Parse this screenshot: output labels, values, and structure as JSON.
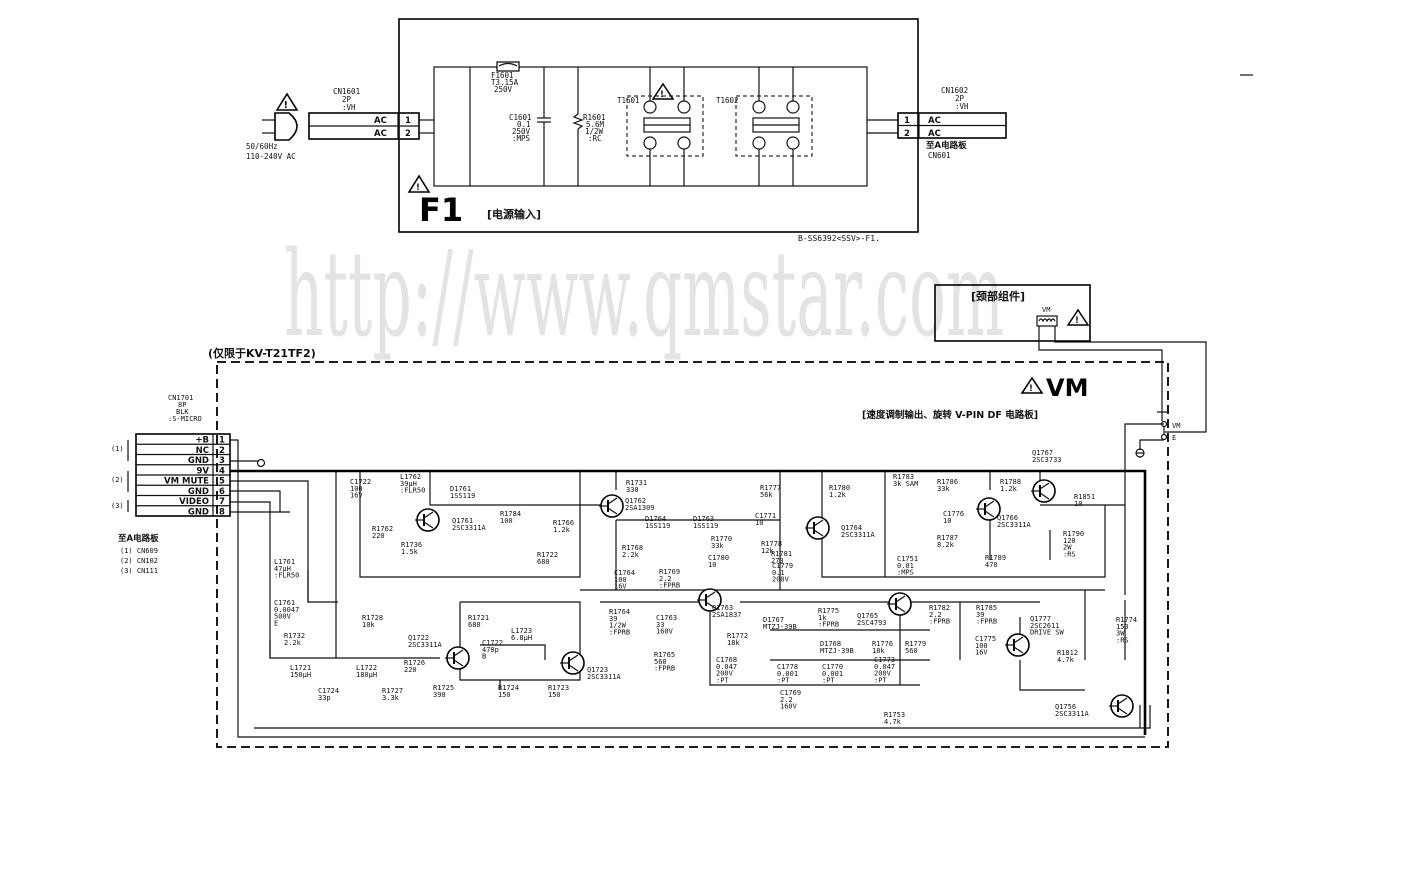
{
  "watermark": "http://www.qmstar.com",
  "f1": {
    "title": "F1",
    "subtitle": "[电源输入]",
    "part_code": "B-SS6392<SSV>-F1.",
    "cn1601": {
      "name": "CN1601",
      "pins": "2P",
      "type": ":VH",
      "pin1": "AC",
      "pin2": "AC",
      "n1": "1",
      "n2": "2"
    },
    "input_freq": "50/60Hz",
    "input_volt": "110-240V AC",
    "f1601": {
      "name": "F1601",
      "rating": "T3.15A",
      "volt": "250V"
    },
    "c1601": {
      "name": "C1601",
      "val": "0.1",
      "volt": "250V",
      "type": ":MPS"
    },
    "r1601": {
      "name": "R1601",
      "val": "5.6M",
      "power": "1/2W",
      "type": ":RC"
    },
    "t1601": "T1601",
    "t1602": "T1602",
    "cn1602": {
      "name": "CN1602",
      "pins": "2P",
      "type": ":VH",
      "pin1": "AC",
      "pin2": "AC",
      "n1": "1",
      "n2": "2",
      "dest": "至A电路板",
      "dest_cn": "CN601"
    }
  },
  "neck": {
    "title": "[颈部组件]",
    "coil": "VM"
  },
  "vm": {
    "scope": "(仅限于KV-T21TF2)",
    "title": "VM",
    "subtitle": "[速度调制输出、旋转 V-PIN DF 电路板]",
    "vm_pin": "VM",
    "e_pin": "E"
  },
  "cn1701": {
    "name": "CN1701",
    "pins": "8P",
    "color": "BLK",
    "type": ":S-MICRO",
    "rows": [
      {
        "label": "+B",
        "pin": "1"
      },
      {
        "label": "NC",
        "pin": "2"
      },
      {
        "label": "GND",
        "pin": "3"
      },
      {
        "label": "9V",
        "pin": "4"
      },
      {
        "label": "VM MUTE",
        "pin": "5"
      },
      {
        "label": "GND",
        "pin": "6"
      },
      {
        "label": "VIDEO",
        "pin": "7"
      },
      {
        "label": "GND",
        "pin": "8"
      }
    ],
    "markers": [
      "(1)",
      "(2)",
      "(3)"
    ],
    "dest_title": "至A电路板",
    "dests": [
      "(1) CN609",
      "(2) CN102",
      "(3) CN111"
    ]
  },
  "components": [
    {
      "id": "c1722",
      "l1": "C1722",
      "l2": "100",
      "l3": "16V"
    },
    {
      "id": "l1762",
      "l1": "L1762",
      "l2": "39μH",
      "l3": ":FLR50"
    },
    {
      "id": "d1761",
      "l1": "D1761",
      "l2": "1SS119"
    },
    {
      "id": "r1784",
      "l1": "R1784",
      "l2": "100"
    },
    {
      "id": "q1761",
      "l1": "Q1761",
      "l2": "2SC3311A"
    },
    {
      "id": "r1762",
      "l1": "R1762",
      "l2": "220"
    },
    {
      "id": "r1736",
      "l1": "R1736",
      "l2": "1.5k"
    },
    {
      "id": "r1766",
      "l1": "R1766",
      "l2": "1.2k"
    },
    {
      "id": "r1722",
      "l1": "R1722",
      "l2": "680"
    },
    {
      "id": "r1731",
      "l1": "R1731",
      "l2": "330"
    },
    {
      "id": "q1762",
      "l1": "Q1762",
      "l2": "2SA1309"
    },
    {
      "id": "d1764",
      "l1": "D1764",
      "l2": "1SS119"
    },
    {
      "id": "d1763",
      "l1": "D1763",
      "l2": "1SS119"
    },
    {
      "id": "r1768",
      "l1": "R1768",
      "l2": "2.2k"
    },
    {
      "id": "r1770",
      "l1": "R1770",
      "l2": "33k"
    },
    {
      "id": "c1771",
      "l1": "C1771",
      "l2": "10"
    },
    {
      "id": "c1780",
      "l1": "C1780",
      "l2": "10"
    },
    {
      "id": "r1777",
      "l1": "R1777",
      "l2": "56k"
    },
    {
      "id": "r1778",
      "l1": "R1778",
      "l2": "12k"
    },
    {
      "id": "r1781",
      "l1": "R1781",
      "l2": "270"
    },
    {
      "id": "r1780",
      "l1": "R1780",
      "l2": "1.2k"
    },
    {
      "id": "q1764",
      "l1": "Q1764",
      "l2": "2SC3311A"
    },
    {
      "id": "r1783",
      "l1": "R1783",
      "l2": "3k SAM"
    },
    {
      "id": "r1786",
      "l1": "R1786",
      "l2": "33k"
    },
    {
      "id": "c1776",
      "l1": "C1776",
      "l2": "10"
    },
    {
      "id": "r1787",
      "l1": "R1787",
      "l2": "8.2k"
    },
    {
      "id": "c1751",
      "l1": "C1751",
      "l2": "0.01",
      "l3": ":MPS"
    },
    {
      "id": "r1788",
      "l1": "R1788",
      "l2": "1.2k"
    },
    {
      "id": "q1767",
      "l1": "Q1767",
      "l2": "2SC3733"
    },
    {
      "id": "q1766",
      "l1": "Q1766",
      "l2": "2SC3311A"
    },
    {
      "id": "r1789",
      "l1": "R1789",
      "l2": "470"
    },
    {
      "id": "r1851",
      "l1": "R1851",
      "l2": "10"
    },
    {
      "id": "r1790",
      "l1": "R1790",
      "l2": "120",
      "l3": "2W",
      "l4": ":RS"
    },
    {
      "id": "l1761",
      "l1": "L1761",
      "l2": "47μH",
      "l3": ":FLR50"
    },
    {
      "id": "c1761",
      "l1": "C1761",
      "l2": "0.0047",
      "l3": "500V",
      "l4": "E"
    },
    {
      "id": "r1728",
      "l1": "R1728",
      "l2": "10k"
    },
    {
      "id": "r1721",
      "l1": "R1721",
      "l2": "680"
    },
    {
      "id": "l1723",
      "l1": "L1723",
      "l2": "6.8μH"
    },
    {
      "id": "c1722b",
      "l1": "C1722",
      "l2": "470p",
      "l3": "B"
    },
    {
      "id": "q1722",
      "l1": "Q1722",
      "l2": "2SC3311A"
    },
    {
      "id": "r1732",
      "l1": "R1732",
      "l2": "2.2k"
    },
    {
      "id": "l1721",
      "l1": "L1721",
      "l2": "150μH"
    },
    {
      "id": "l1722",
      "l1": "L1722",
      "l2": "180μH"
    },
    {
      "id": "r1726",
      "l1": "R1726",
      "l2": "220"
    },
    {
      "id": "c1724",
      "l1": "C1724",
      "l2": "33p"
    },
    {
      "id": "r1727",
      "l1": "R1727",
      "l2": "3.3k"
    },
    {
      "id": "r1725",
      "l1": "R1725",
      "l2": "390"
    },
    {
      "id": "r1724",
      "l1": "R1724",
      "l2": "150"
    },
    {
      "id": "r1723",
      "l1": "R1723",
      "l2": "150"
    },
    {
      "id": "q1723",
      "l1": "Q1723",
      "l2": "2SC3311A"
    },
    {
      "id": "c1764",
      "l1": "C1764",
      "l2": "100",
      "l3": "16V"
    },
    {
      "id": "r1764",
      "l1": "R1764",
      "l2": "39",
      "l3": "1/2W",
      "l4": ":FPRB"
    },
    {
      "id": "r1769",
      "l1": "R1769",
      "l2": "2.2",
      "l3": ":FPRB"
    },
    {
      "id": "c1763",
      "l1": "C1763",
      "l2": "33",
      "l3": "160V"
    },
    {
      "id": "r1765",
      "l1": "R1765",
      "l2": "560",
      "l3": ":FPRB"
    },
    {
      "id": "q1763",
      "l1": "Q1763",
      "l2": "2SA1837"
    },
    {
      "id": "c1779",
      "l1": "C1779",
      "l2": "0.1",
      "l3": "200V"
    },
    {
      "id": "r1775",
      "l1": "R1775",
      "l2": "1k",
      "l3": ":FPRB"
    },
    {
      "id": "q1765",
      "l1": "Q1765",
      "l2": "2SC4793"
    },
    {
      "id": "r1782",
      "l1": "R1782",
      "l2": "2.2",
      "l3": ":FPRB"
    },
    {
      "id": "r1785",
      "l1": "R1785",
      "l2": "39",
      "l3": ":FPRB"
    },
    {
      "id": "d1767",
      "l1": "D1767",
      "l2": "MTZJ-39B"
    },
    {
      "id": "d1768",
      "l1": "D1768",
      "l2": "MTZJ-39B"
    },
    {
      "id": "r1772",
      "l1": "R1772",
      "l2": "18k"
    },
    {
      "id": "r1776",
      "l1": "R1776",
      "l2": "18k"
    },
    {
      "id": "r1779",
      "l1": "R1779",
      "l2": "560"
    },
    {
      "id": "c1775",
      "l1": "C1775",
      "l2": "100",
      "l3": "16V"
    },
    {
      "id": "q1777",
      "l1": "Q1777",
      "l2": "2SC2611",
      "l3": "DRIVE SW"
    },
    {
      "id": "r1812",
      "l1": "R1812",
      "l2": "4.7k"
    },
    {
      "id": "r1774",
      "l1": "R1774",
      "l2": "150",
      "l3": "3W",
      "l4": ":RS"
    },
    {
      "id": "c1768",
      "l1": "C1768",
      "l2": "0.047",
      "l3": "200V",
      "l4": ":PT"
    },
    {
      "id": "c1778",
      "l1": "C1778",
      "l2": "0.001",
      "l3": ":PT"
    },
    {
      "id": "c1770",
      "l1": "C1770",
      "l2": "0.001",
      "l3": ":PT"
    },
    {
      "id": "c1773",
      "l1": "C1773",
      "l2": "0.047",
      "l3": "200V",
      "l4": ":PT"
    },
    {
      "id": "c1769",
      "l1": "C1769",
      "l2": "2.2",
      "l3": "160V"
    },
    {
      "id": "q1756",
      "l1": "Q1756",
      "l2": "2SC3311A"
    },
    {
      "id": "r1753",
      "l1": "R1753",
      "l2": "4.7k"
    }
  ]
}
